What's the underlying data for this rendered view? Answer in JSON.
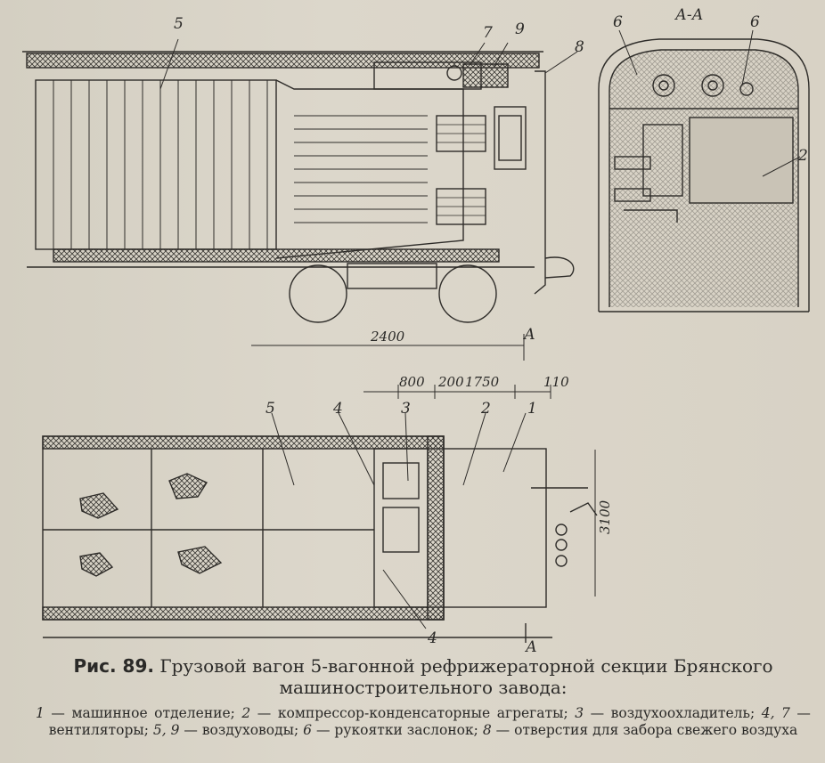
{
  "figure": {
    "number": "Рис. 89.",
    "title": "Грузовой вагон 5-вагонной рефрижераторной секции Брянского машиностроительного завода:",
    "legend": [
      {
        "n": "1",
        "text": "машинное отделение;"
      },
      {
        "n": "2",
        "text": "компрессор-конденсаторные агрегаты;"
      },
      {
        "n": "3",
        "text": "воздухоохладитель;"
      },
      {
        "n": "4, 7",
        "text": "вентиляторы;"
      },
      {
        "n": "5, 9",
        "text": "воздуховоды;"
      },
      {
        "n": "6",
        "text": "рукоятки заслонок;"
      },
      {
        "n": "8",
        "text": "отверстия для забора свежего воздуха"
      }
    ]
  },
  "side_view": {
    "labels": [
      "5",
      "7",
      "9",
      "8"
    ]
  },
  "section_view": {
    "title": "А-А",
    "labels": [
      "6",
      "6",
      "2"
    ]
  },
  "plan_view": {
    "labels": [
      "5",
      "4",
      "3",
      "2",
      "1",
      "4"
    ],
    "section_marks": [
      "А",
      "А"
    ],
    "dimensions": {
      "length": "2400",
      "d1": "800",
      "d2": "200",
      "d3": "1750",
      "d4": "110",
      "width": "3100"
    }
  }
}
